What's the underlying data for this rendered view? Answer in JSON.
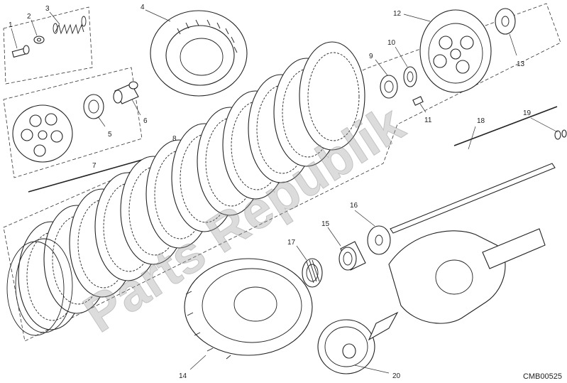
{
  "diagram": {
    "reference_code": "CMB00525",
    "watermark": "Parts Republik",
    "callouts": [
      "1",
      "2",
      "3",
      "4",
      "5",
      "6",
      "7",
      "8",
      "9",
      "10",
      "11",
      "12",
      "13",
      "14",
      "15",
      "16",
      "17",
      "18",
      "19",
      "20"
    ]
  }
}
